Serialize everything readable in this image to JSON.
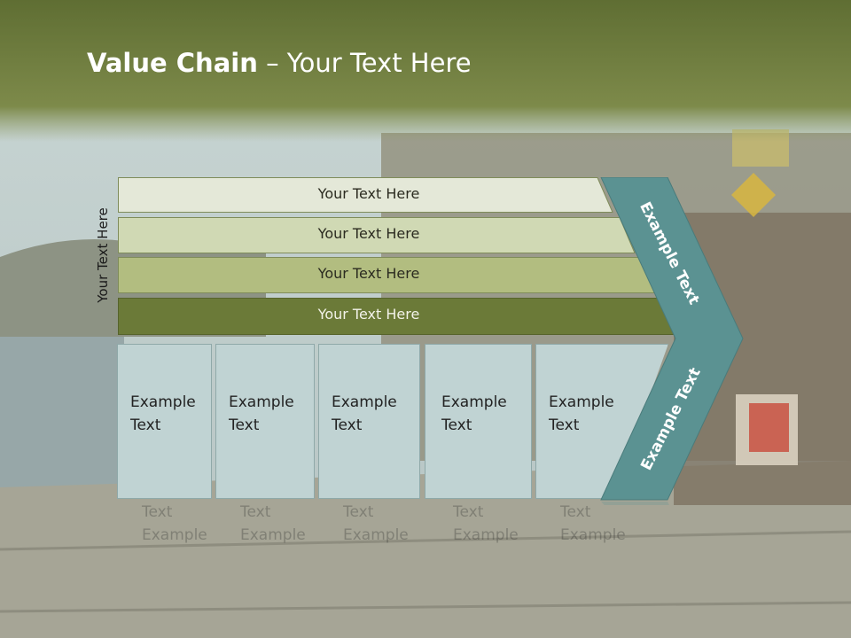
{
  "slide": {
    "title_bold": "Value Chain",
    "title_rest": " – Your Text Here",
    "vertical_label": "Your Text Here",
    "bands": [
      {
        "label": "Your Text Here",
        "color": "#e4e8d8"
      },
      {
        "label": "Your Text Here",
        "color": "#d0d9b4"
      },
      {
        "label": "Your Text Here",
        "color": "#b2bd80"
      },
      {
        "label": "Your Text Here",
        "color": "#6b7a38"
      }
    ],
    "columns": [
      {
        "line1": "Example",
        "line2": "Text"
      },
      {
        "line1": "Example",
        "line2": "Text"
      },
      {
        "line1": "Example",
        "line2": "Text"
      },
      {
        "line1": "Example",
        "line2": "Text"
      },
      {
        "line1": "Example",
        "line2": "Text"
      }
    ],
    "chevron_top_text": "Example Text",
    "chevron_bottom_text": "Example Text",
    "colors": {
      "header": "#6e7d3c",
      "chevron": "#5b9292",
      "column": "#c0d3d3"
    }
  }
}
